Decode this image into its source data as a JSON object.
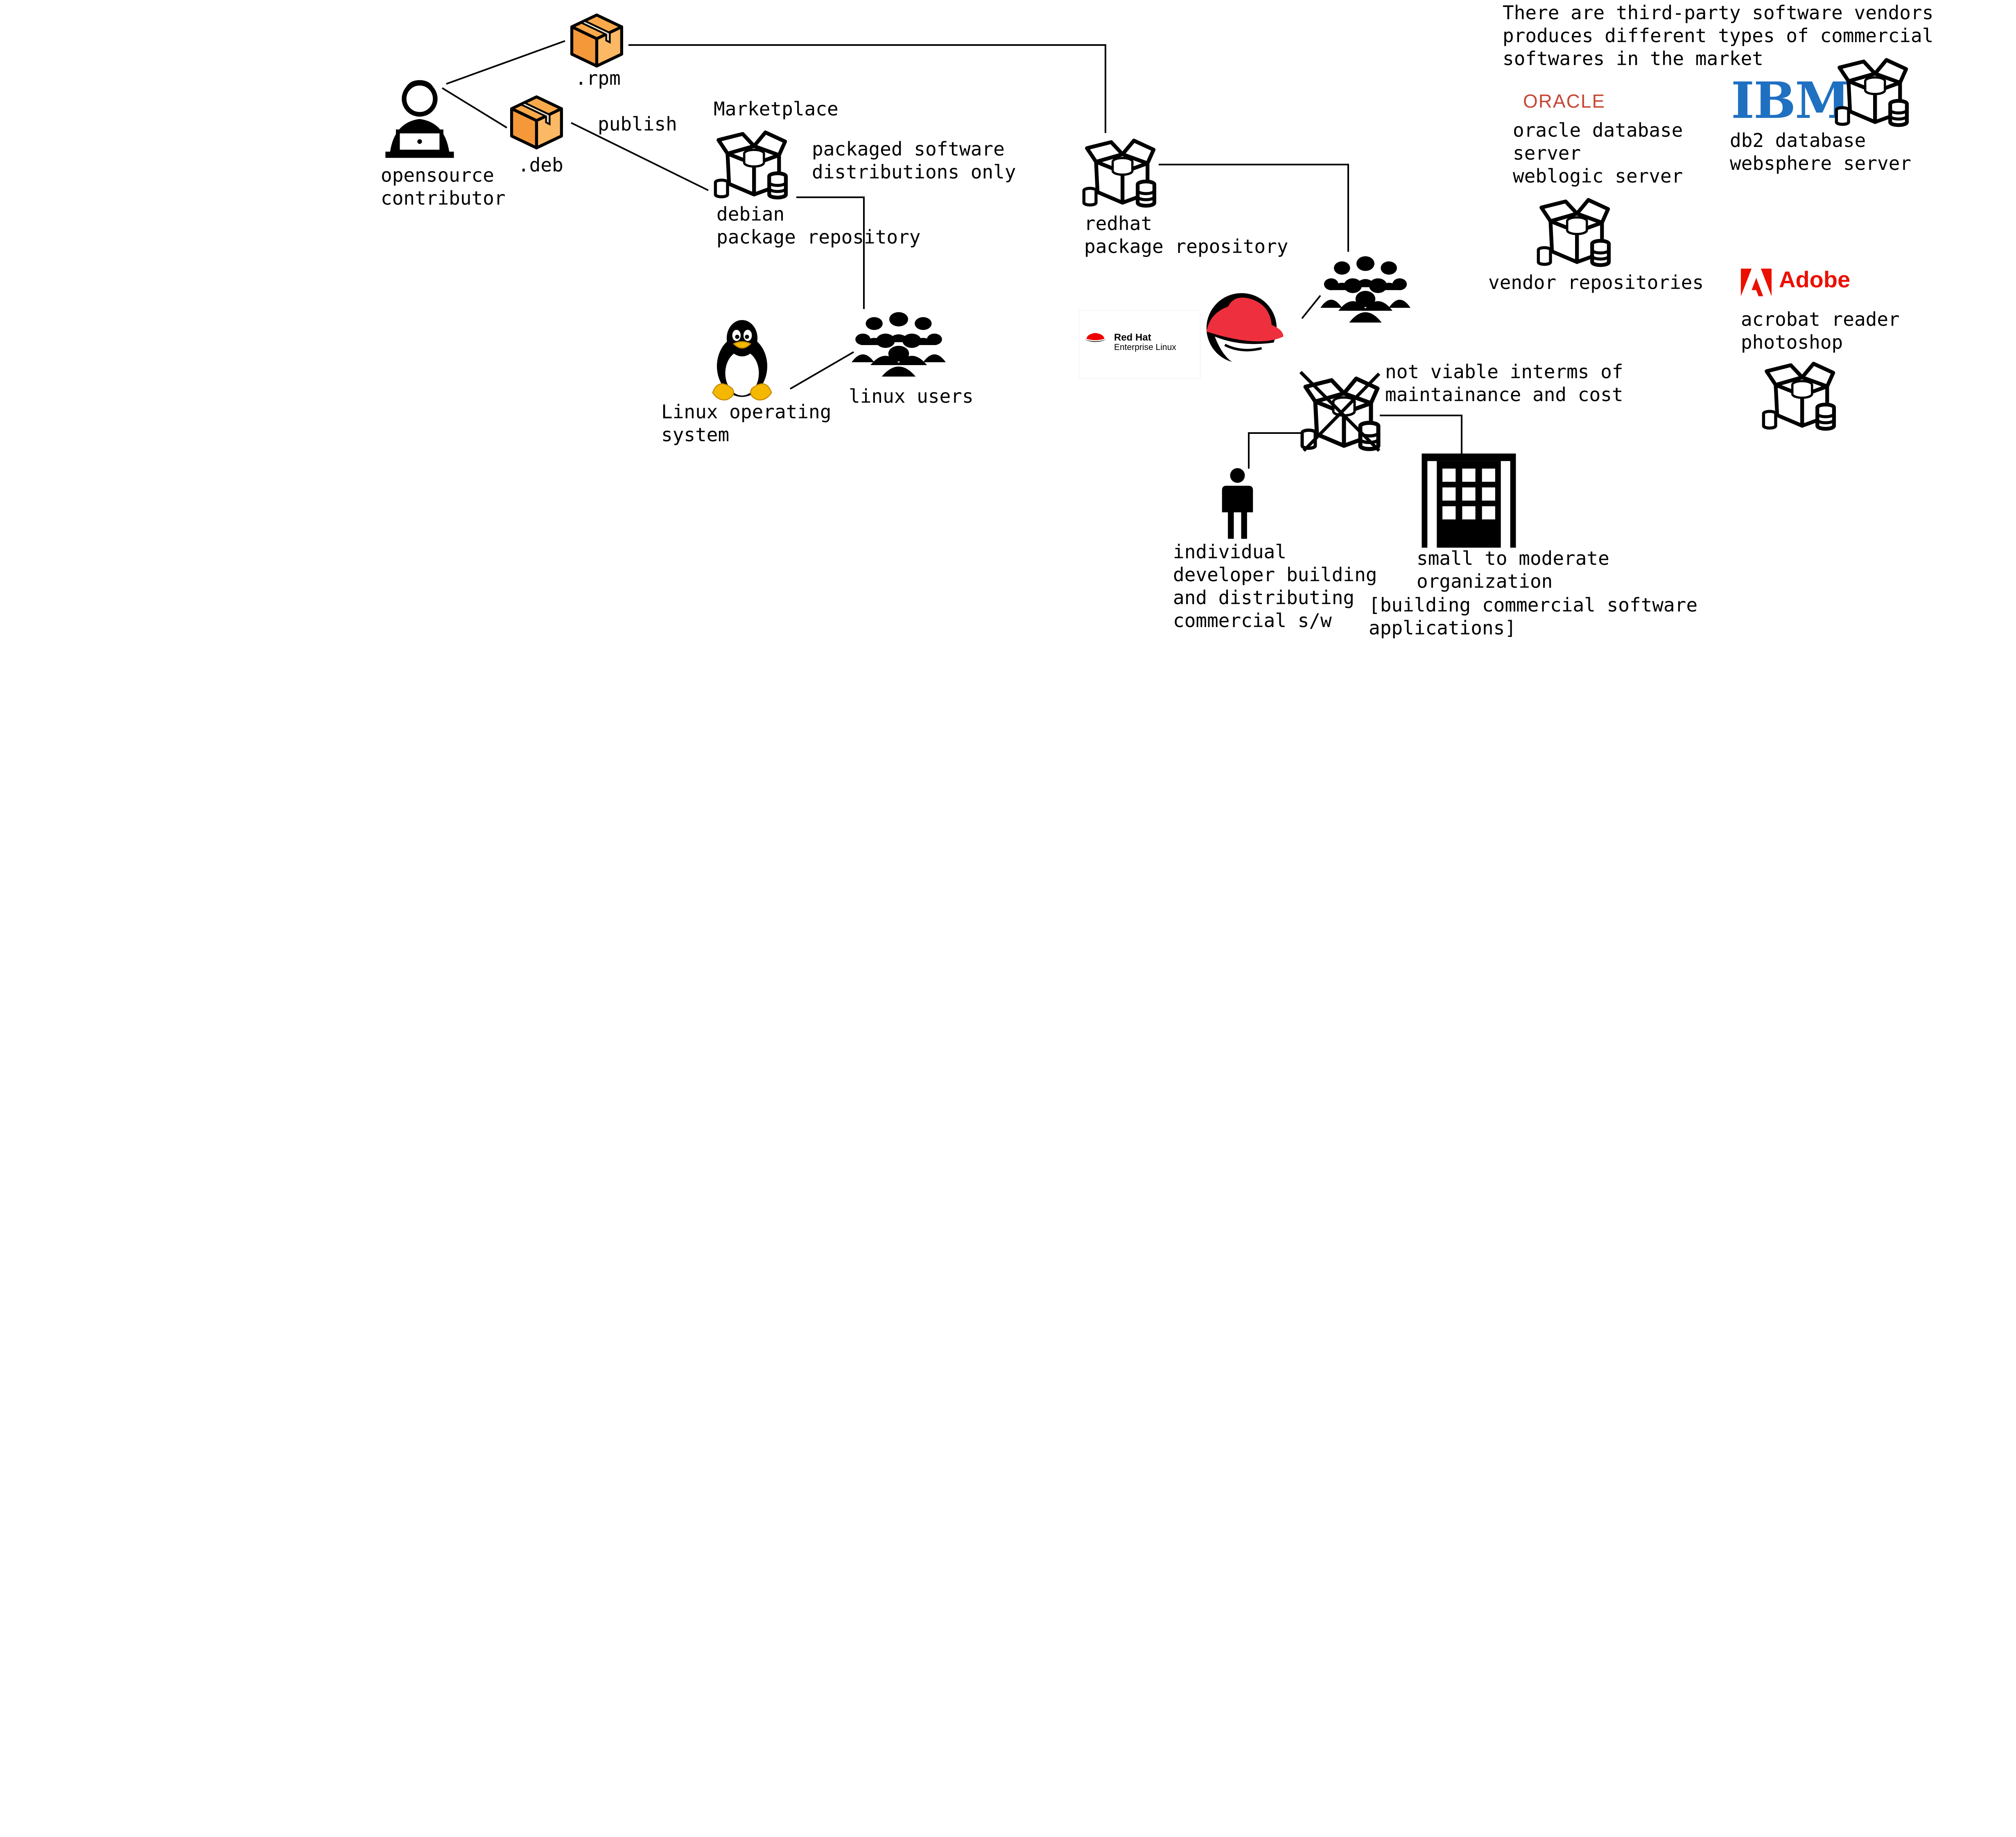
{
  "colors": {
    "box_fill": "#F9A94B",
    "box_stroke": "#000000",
    "redhat_red": "#EE2F3D",
    "oracle_red": "#C74634",
    "ibm_blue": "#1F70C1",
    "adobe_red": "#EB1000"
  },
  "icons": {
    "contributor": "person-with-laptop-icon",
    "rpm": "package-box-icon",
    "deb": "package-box-icon",
    "repository": "software-repository-icon",
    "users": "group-of-users-icon",
    "linux": "tux-penguin-icon",
    "redhat": "redhat-shadowman-icon",
    "individual": "person-icon",
    "organization": "office-building-icon"
  },
  "left": {
    "rpm_label": ".rpm",
    "deb_label": ".deb",
    "contributor_label": "opensource\ncontributor",
    "publish_label": "publish",
    "marketplace_label": "Marketplace",
    "packaged_note": "packaged software\ndistributions only",
    "debian_repo_label": "debian\npackage repository",
    "linux_users_label": "linux users",
    "linux_os_label": "Linux operating\nsystem"
  },
  "middle": {
    "redhat_repo_label": "redhat\npackage repository",
    "rhel_logo_line1": "Red Hat",
    "rhel_logo_line2": "Enterprise Linux",
    "not_viable_label": "not viable interms of\nmaintainance and cost",
    "individual_label": "individual\ndeveloper building\nand distributing\ncommercial s/w",
    "organization_label": "small to moderate\norganization",
    "commercial_note": "[building commercial software\napplications]"
  },
  "vendors": {
    "intro": "There are third-party software vendors\nproduces different types of commercial\nsoftwares in the market",
    "oracle_logo": "ORACLE",
    "oracle_products": "oracle database\nserver\nweblogic server",
    "ibm_logo": "IBM",
    "ibm_products": "db2 database\nwebsphere server",
    "vendor_repos_label": "vendor repositories",
    "adobe_logo": "Adobe",
    "adobe_products": "acrobat reader\nphotoshop"
  }
}
